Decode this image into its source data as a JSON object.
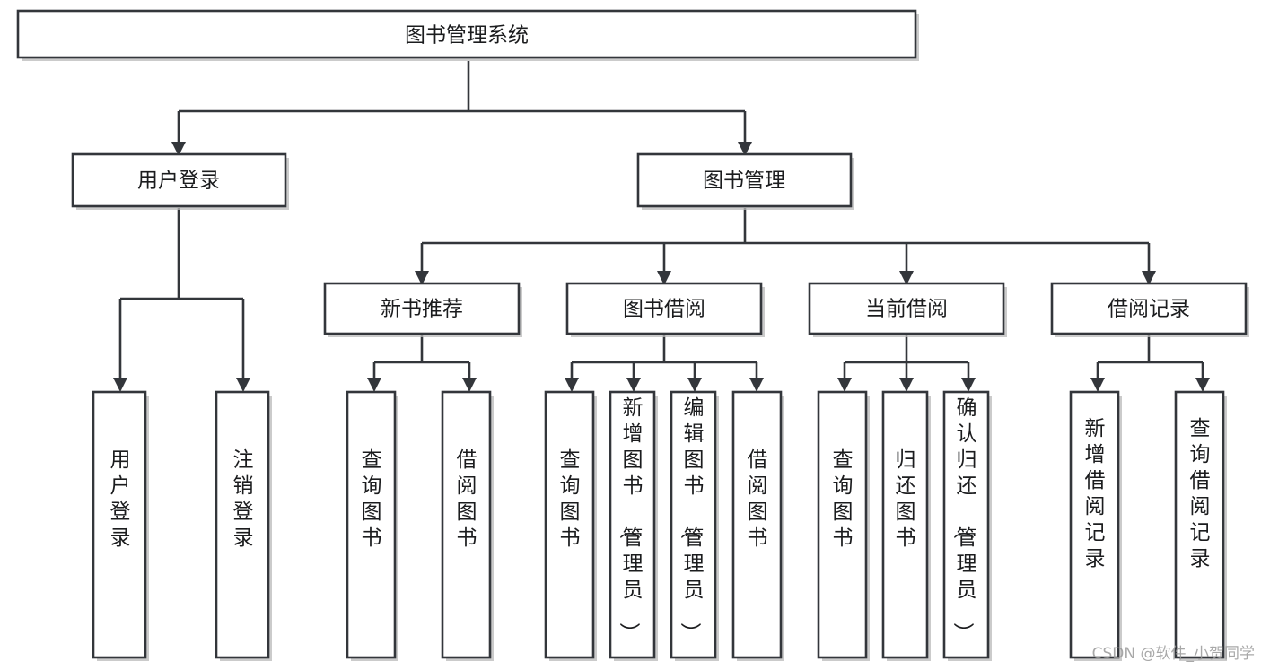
{
  "diagram": {
    "type": "tree-hierarchy-chart",
    "title": "图书管理系统",
    "colors": {
      "stroke": "#33363b",
      "box_fill": "#ffffff",
      "text": "#1b1c1e",
      "background": "#ffffff",
      "watermark": "#9a9a9a"
    },
    "root": {
      "label": "图书管理系统",
      "orientation": "horizontal"
    },
    "level2": [
      {
        "label": "用户登录",
        "orientation": "horizontal"
      },
      {
        "label": "图书管理",
        "orientation": "horizontal"
      }
    ],
    "level3": [
      {
        "label": "新书推荐",
        "orientation": "horizontal"
      },
      {
        "label": "图书借阅",
        "orientation": "horizontal"
      },
      {
        "label": "当前借阅",
        "orientation": "horizontal"
      },
      {
        "label": "借阅记录",
        "orientation": "horizontal"
      }
    ],
    "leaves": {
      "user_login": [
        {
          "label": "用户登录",
          "orientation": "vertical"
        },
        {
          "label": "注销登录",
          "orientation": "vertical"
        }
      ],
      "new_book_recommend": [
        {
          "label": "查询图书",
          "orientation": "vertical"
        },
        {
          "label": "借阅图书",
          "orientation": "vertical"
        }
      ],
      "book_borrow": [
        {
          "label": "查询图书",
          "orientation": "vertical"
        },
        {
          "label": "新增图书（管理员）",
          "orientation": "vertical"
        },
        {
          "label": "编辑图书（管理员）",
          "orientation": "vertical"
        },
        {
          "label": "借阅图书",
          "orientation": "vertical"
        }
      ],
      "current_borrow": [
        {
          "label": "查询图书",
          "orientation": "vertical"
        },
        {
          "label": "归还图书",
          "orientation": "vertical"
        },
        {
          "label": "确认归还（管理员）",
          "orientation": "vertical"
        }
      ],
      "borrow_record": [
        {
          "label": "新增借阅记录",
          "orientation": "vertical"
        },
        {
          "label": "查询借阅记录",
          "orientation": "vertical"
        }
      ]
    },
    "watermark": "CSDN @软件_小贺同学"
  }
}
